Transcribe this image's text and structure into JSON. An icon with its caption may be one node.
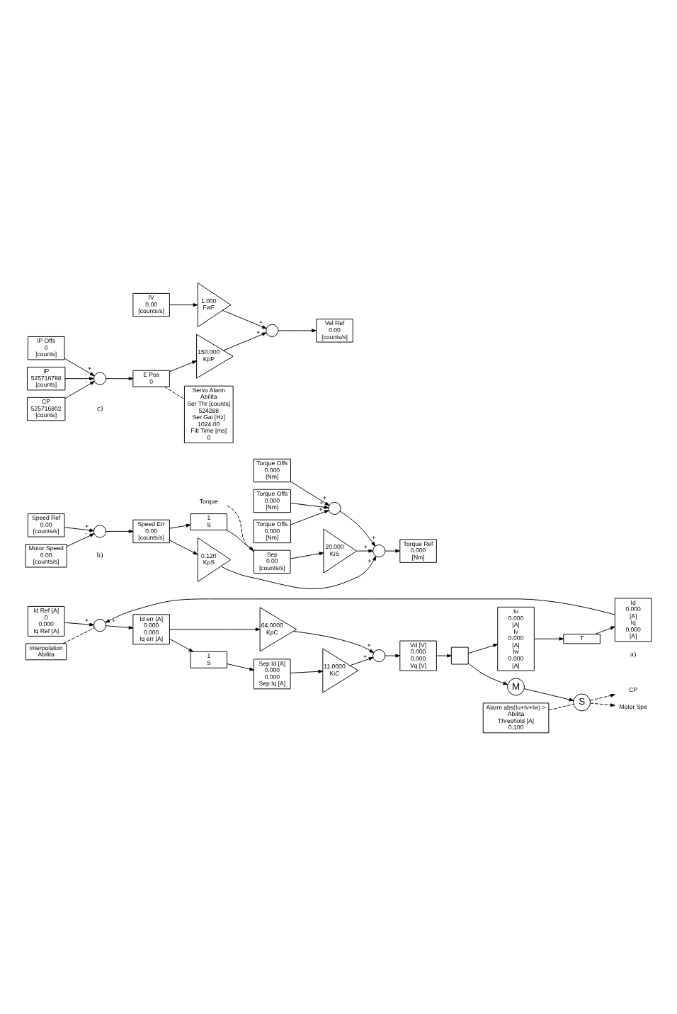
{
  "diagram": {
    "nodes": [
      {
        "text": [
          "Id Ref [A]",
          "0",
          "0.000",
          "Iq Ref [A]"
        ]
      },
      {
        "text": [
          "Interpolation",
          "Abilita"
        ]
      },
      {
        "text": [],
        "shape": "circle"
      },
      {
        "text": [
          "Id err [A]",
          "0.000",
          "0.000",
          "Iq err [A]"
        ]
      },
      {
        "text": [
          "64.0000",
          "KpC"
        ]
      },
      {
        "text": [
          "1",
          "S"
        ]
      },
      {
        "text": [
          "Sep Id [A]",
          "0.000",
          "0.000",
          "Sep Iq [A]"
        ]
      },
      {
        "text": [
          "11.0000",
          "KiC"
        ]
      },
      {
        "text": [],
        "shape": "circle"
      },
      {
        "text": [
          "Vd [V]",
          "0.000",
          "0.000",
          "Vq [V]"
        ]
      },
      {
        "text": [],
        "shape": "box"
      },
      {
        "text": [
          "M"
        ]
      },
      {
        "text": [
          "S"
        ]
      },
      {
        "text": [
          "Iu",
          "0.000",
          "[A]",
          "Iv",
          "0.000",
          "[A]",
          "Iw",
          "0.000",
          "[A]"
        ]
      },
      {
        "text": [
          "T"
        ]
      },
      {
        "text": [
          "Id",
          "0.000",
          "[A]",
          "Iq",
          "0.000",
          "[A]"
        ]
      },
      {
        "text": [
          "Alarm abs(Iu+Iv+Iw) >",
          "Abilita",
          "Threshold [A]",
          "0.100"
        ]
      },
      {
        "text": [
          "Motor Spe"
        ]
      },
      {
        "text": [
          "CP"
        ]
      },
      {
        "text": [
          "Torque Offs",
          "0.000",
          "[Nm]"
        ]
      },
      {
        "text": [
          "Torque Offs",
          "0.000",
          "[Nm]"
        ]
      },
      {
        "text": [
          "Torque Offs",
          "0.000",
          "[Nm]"
        ]
      },
      {
        "text": [],
        "shape": "circle"
      },
      {
        "text": [
          "Speed Ref",
          "0.00",
          "[counts/s]"
        ]
      },
      {
        "text": [],
        "shape": "circle"
      },
      {
        "text": [
          "Speed Err",
          "0.00",
          "[counts/s]"
        ]
      },
      {
        "text": [
          "1",
          "S"
        ]
      },
      {
        "text": [
          "Sep",
          "0.00",
          "[counts/s]"
        ]
      },
      {
        "text": [
          "0.120",
          "KpS"
        ]
      },
      {
        "text": [
          "20.000",
          "KiS"
        ]
      },
      {
        "text": [],
        "shape": "circle"
      },
      {
        "text": [
          "Torque Ref",
          "0.000",
          "[Nm]"
        ]
      },
      {
        "text": [
          "Torque"
        ]
      },
      {
        "text": [
          "Motor Speed",
          "0.00",
          "[counts/s]"
        ]
      },
      {
        "text": [
          "IV",
          "0.00",
          "[counts/s]"
        ]
      },
      {
        "text": [
          "IP Offs",
          "0",
          "[counts]"
        ]
      },
      {
        "text": [
          "IP",
          "525716798",
          "[counts]"
        ]
      },
      {
        "text": [],
        "shape": "circle"
      },
      {
        "text": [
          "E Pos",
          "0"
        ]
      },
      {
        "text": [
          "1.000",
          "FwF"
        ]
      },
      {
        "text": [
          "150.000",
          "KpP"
        ]
      },
      {
        "text": [],
        "shape": "circle"
      },
      {
        "text": [
          "Vel Ref",
          "0.00",
          "[counts/s]"
        ]
      },
      {
        "text": [
          "Servo Alarm",
          "Abilita",
          "Ser Thr [counts]",
          "524288",
          "Ser Gai [Hz]",
          "1024.00",
          "Filt Time [ms]",
          "0"
        ]
      },
      {
        "text": [
          "CP",
          "525716802",
          "[counts]"
        ]
      }
    ],
    "edges": [
      {
        "from": 0,
        "to": 2,
        "arrow": "to",
        "label": "+"
      },
      {
        "from": 1,
        "to": 2,
        "arrow": "none",
        "style": "dashed"
      },
      {
        "from": 2,
        "to": 3,
        "arrow": "to"
      },
      {
        "from": 3,
        "to": 4,
        "arrow": "to"
      },
      {
        "from": 3,
        "to": 5,
        "arrow": "to"
      },
      {
        "from": 5,
        "to": 6,
        "arrow": "to"
      },
      {
        "from": 6,
        "to": 7,
        "arrow": "to"
      },
      {
        "from": 4,
        "to": 8,
        "arrow": "to",
        "label": "+"
      },
      {
        "from": 7,
        "to": 8,
        "arrow": "to",
        "label": "+"
      },
      {
        "from": 8,
        "to": 9,
        "arrow": "to"
      },
      {
        "from": 9,
        "to": 10,
        "arrow": "to"
      },
      {
        "from": 10,
        "to": 11,
        "arrow": "to"
      },
      {
        "from": 11,
        "to": 12,
        "arrow": "to"
      },
      {
        "from": 10,
        "to": 13,
        "arrow": "to"
      },
      {
        "from": 13,
        "to": 14,
        "arrow": "to"
      },
      {
        "from": 14,
        "to": 15,
        "arrow": "to"
      },
      {
        "from": 15,
        "to": 2,
        "arrow": "to",
        "label": "*"
      },
      {
        "from": 16,
        "to": 12,
        "arrow": "none",
        "style": "dashed"
      },
      {
        "from": 12,
        "to": 17,
        "arrow": "to",
        "style": "dashed"
      },
      {
        "from": 12,
        "to": 18,
        "arrow": "to",
        "style": "dashed"
      },
      {
        "from": 19,
        "to": 22,
        "arrow": "to",
        "label": "+"
      },
      {
        "from": 20,
        "to": 22,
        "arrow": "to",
        "label": "+"
      },
      {
        "from": 21,
        "to": 22,
        "arrow": "to",
        "label": "+"
      },
      {
        "from": 22,
        "to": 30,
        "arrow": "to",
        "label": "+"
      },
      {
        "from": 23,
        "to": 24,
        "arrow": "to",
        "label": "+"
      },
      {
        "from": 33,
        "to": 24,
        "arrow": "to",
        "label": "-"
      },
      {
        "from": 24,
        "to": 25,
        "arrow": "to"
      },
      {
        "from": 25,
        "to": 28,
        "arrow": "to"
      },
      {
        "from": 25,
        "to": 26,
        "arrow": "to"
      },
      {
        "from": 26,
        "to": 27,
        "arrow": "to"
      },
      {
        "from": 27,
        "to": 29,
        "arrow": "to"
      },
      {
        "from": 28,
        "to": 30,
        "arrow": "to",
        "label": "+"
      },
      {
        "from": 29,
        "to": 30,
        "arrow": "to",
        "label": "+"
      },
      {
        "from": 30,
        "to": 31,
        "arrow": "to"
      },
      {
        "from": 32,
        "to": 27,
        "arrow": "none",
        "style": "dashed"
      },
      {
        "from": 34,
        "to": 39,
        "arrow": "to"
      },
      {
        "from": 35,
        "to": 37,
        "arrow": "to",
        "label": "+"
      },
      {
        "from": 36,
        "to": 37,
        "arrow": "to",
        "label": "-"
      },
      {
        "from": 44,
        "to": 37,
        "arrow": "to",
        "label": "-"
      },
      {
        "from": 37,
        "to": 38,
        "arrow": "to"
      },
      {
        "from": 38,
        "to": 40,
        "arrow": "to"
      },
      {
        "from": 39,
        "to": 41,
        "arrow": "to",
        "label": "+"
      },
      {
        "from": 40,
        "to": 41,
        "arrow": "to",
        "label": "+"
      },
      {
        "from": 41,
        "to": 42,
        "arrow": "to"
      },
      {
        "from": 38,
        "to": 43,
        "arrow": "none",
        "style": "dashed"
      }
    ],
    "labels": [
      "a)",
      "b)",
      "c)"
    ]
  }
}
